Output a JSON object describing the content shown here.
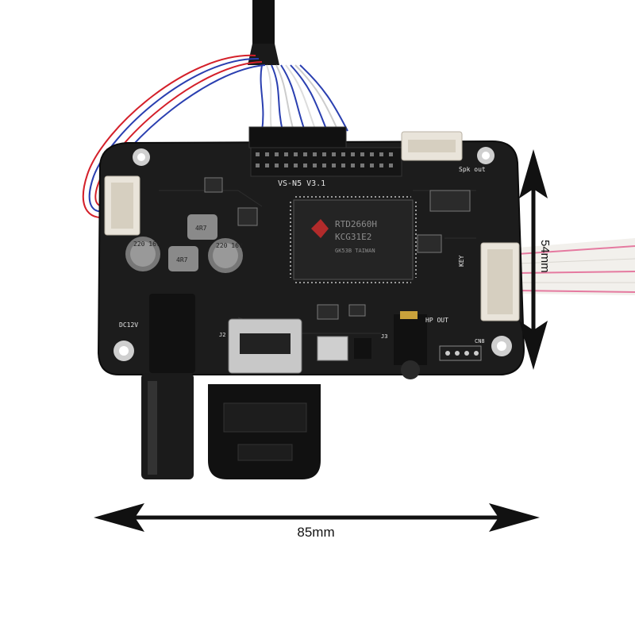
{
  "photo": {
    "subject": "LCD controller board",
    "board_label": "VS-N5 V3.1",
    "chip_line1": "RTD2660H",
    "chip_line2": "KCG31E2",
    "chip_line3": "GK53B TAIWAN",
    "capacitor_label_1": "220 16V",
    "capacitor_label_2": "220 16V",
    "inductor_label_1": "4R7",
    "inductor_label_2": "4R7",
    "silk_spk": "Spk out",
    "silk_hp": "HP OUT",
    "silk_dc": "DC12V",
    "silk_key": "KEY",
    "silk_cn8": "CN8",
    "silk_j3": "J3",
    "silk_j2": "J2",
    "width_label": "85mm",
    "height_label": "54mm"
  },
  "colors": {
    "pcb": "#1c1c1c",
    "wire_red": "#d4202a",
    "wire_blue": "#2a3fb0",
    "connector_white": "#e9e4da",
    "ribbon_pink": "#e57aa0"
  }
}
